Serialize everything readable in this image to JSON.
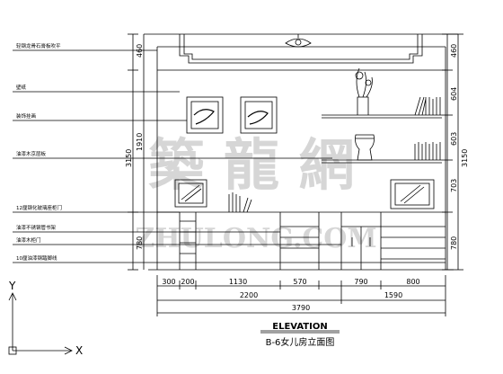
{
  "labels": [
    "轻钢龙骨石膏板吹平",
    "壁纸",
    "装饰挂画",
    "油漆木京层板",
    "12厘钢化玻璃座柜门",
    "油漆不锈钢管书架",
    "油漆木柜门",
    "10厘油漆钢踏脚线"
  ],
  "dims_bottom_row1": [
    "300",
    "200",
    "1130",
    "570",
    "790",
    "800"
  ],
  "dims_bottom_row2": [
    "2200",
    "1590"
  ],
  "dims_bottom_row3": [
    "3790"
  ],
  "dims_left": [
    "460",
    "1910",
    "780",
    "3150"
  ],
  "dims_right": [
    "460",
    "604",
    "603",
    "703",
    "780",
    "3150"
  ],
  "title": "ELEVATION",
  "subtitle": "B-6女儿房立面图",
  "watermark_cn": "築 龍 網",
  "watermark_en": "ZHULONG.COM",
  "axis": {
    "y": "Y",
    "x": "X"
  }
}
